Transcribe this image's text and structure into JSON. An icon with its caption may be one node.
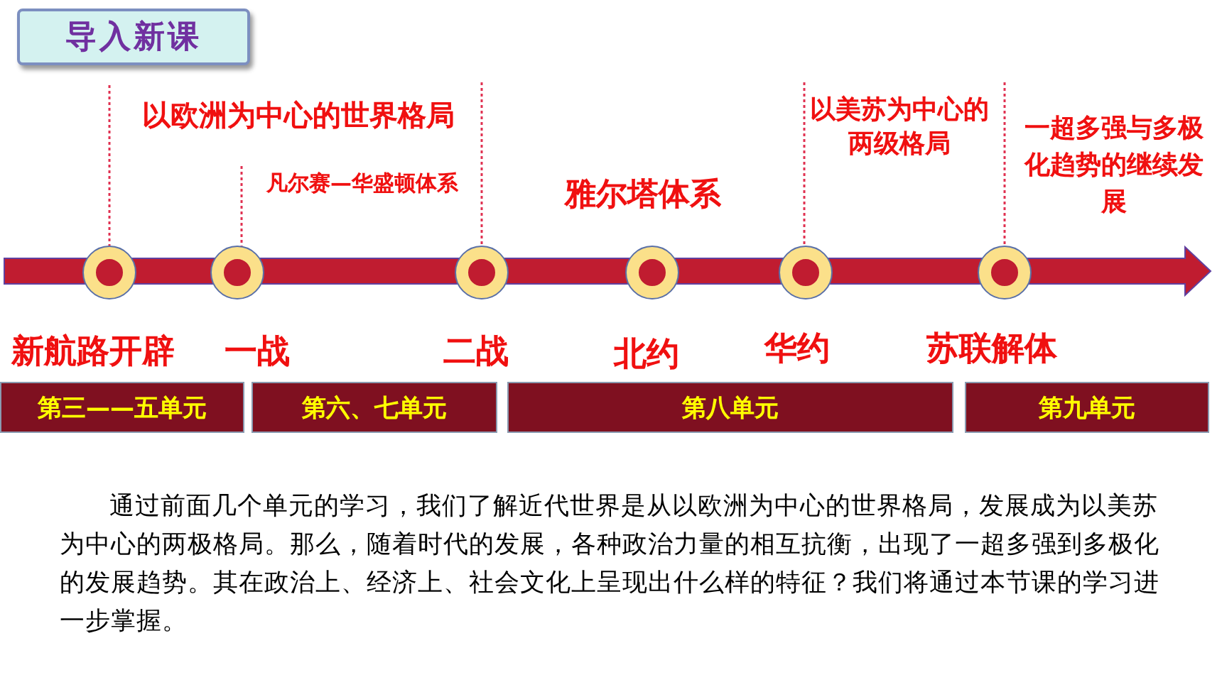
{
  "diagram": {
    "title": "导入新课",
    "nodes": [
      {
        "text": [
          "第三——五单元"
        ]
      },
      {
        "text": [
          "第六、七单元"
        ]
      },
      {
        "text": [
          "第八单元"
        ]
      },
      {
        "text": [
          "第九单元"
        ]
      },
      {
        "text": [],
        "shape": "circle"
      },
      {
        "text": [],
        "shape": "circle"
      },
      {
        "text": [],
        "shape": "circle"
      },
      {
        "text": [],
        "shape": "circle"
      },
      {
        "text": [],
        "shape": "circle"
      },
      {
        "text": [],
        "shape": "circle"
      }
    ],
    "labels": [
      "以欧洲为中心的世界格局",
      "以美苏为中心的两级格局",
      "一超多强与多极化趋势的继续发展",
      "凡尔赛—华盛顿体系",
      "雅尔塔体系",
      "新航路开辟",
      "一战",
      "二战",
      "北约",
      "华约",
      "苏联解体",
      "通过前面几个单元的学习，我们了解近代世界是从以欧洲为中心的世界格局，发展成为以美苏为中心的两极格局。那么，随着时代的发展，各种政治力量的相互抗衡，出现了一超多强到多极化的发展趋势。其在政治上、经济上、社会文化上呈现出什么样的特征？我们将通过本节课的学习进一步掌握。"
    ]
  }
}
